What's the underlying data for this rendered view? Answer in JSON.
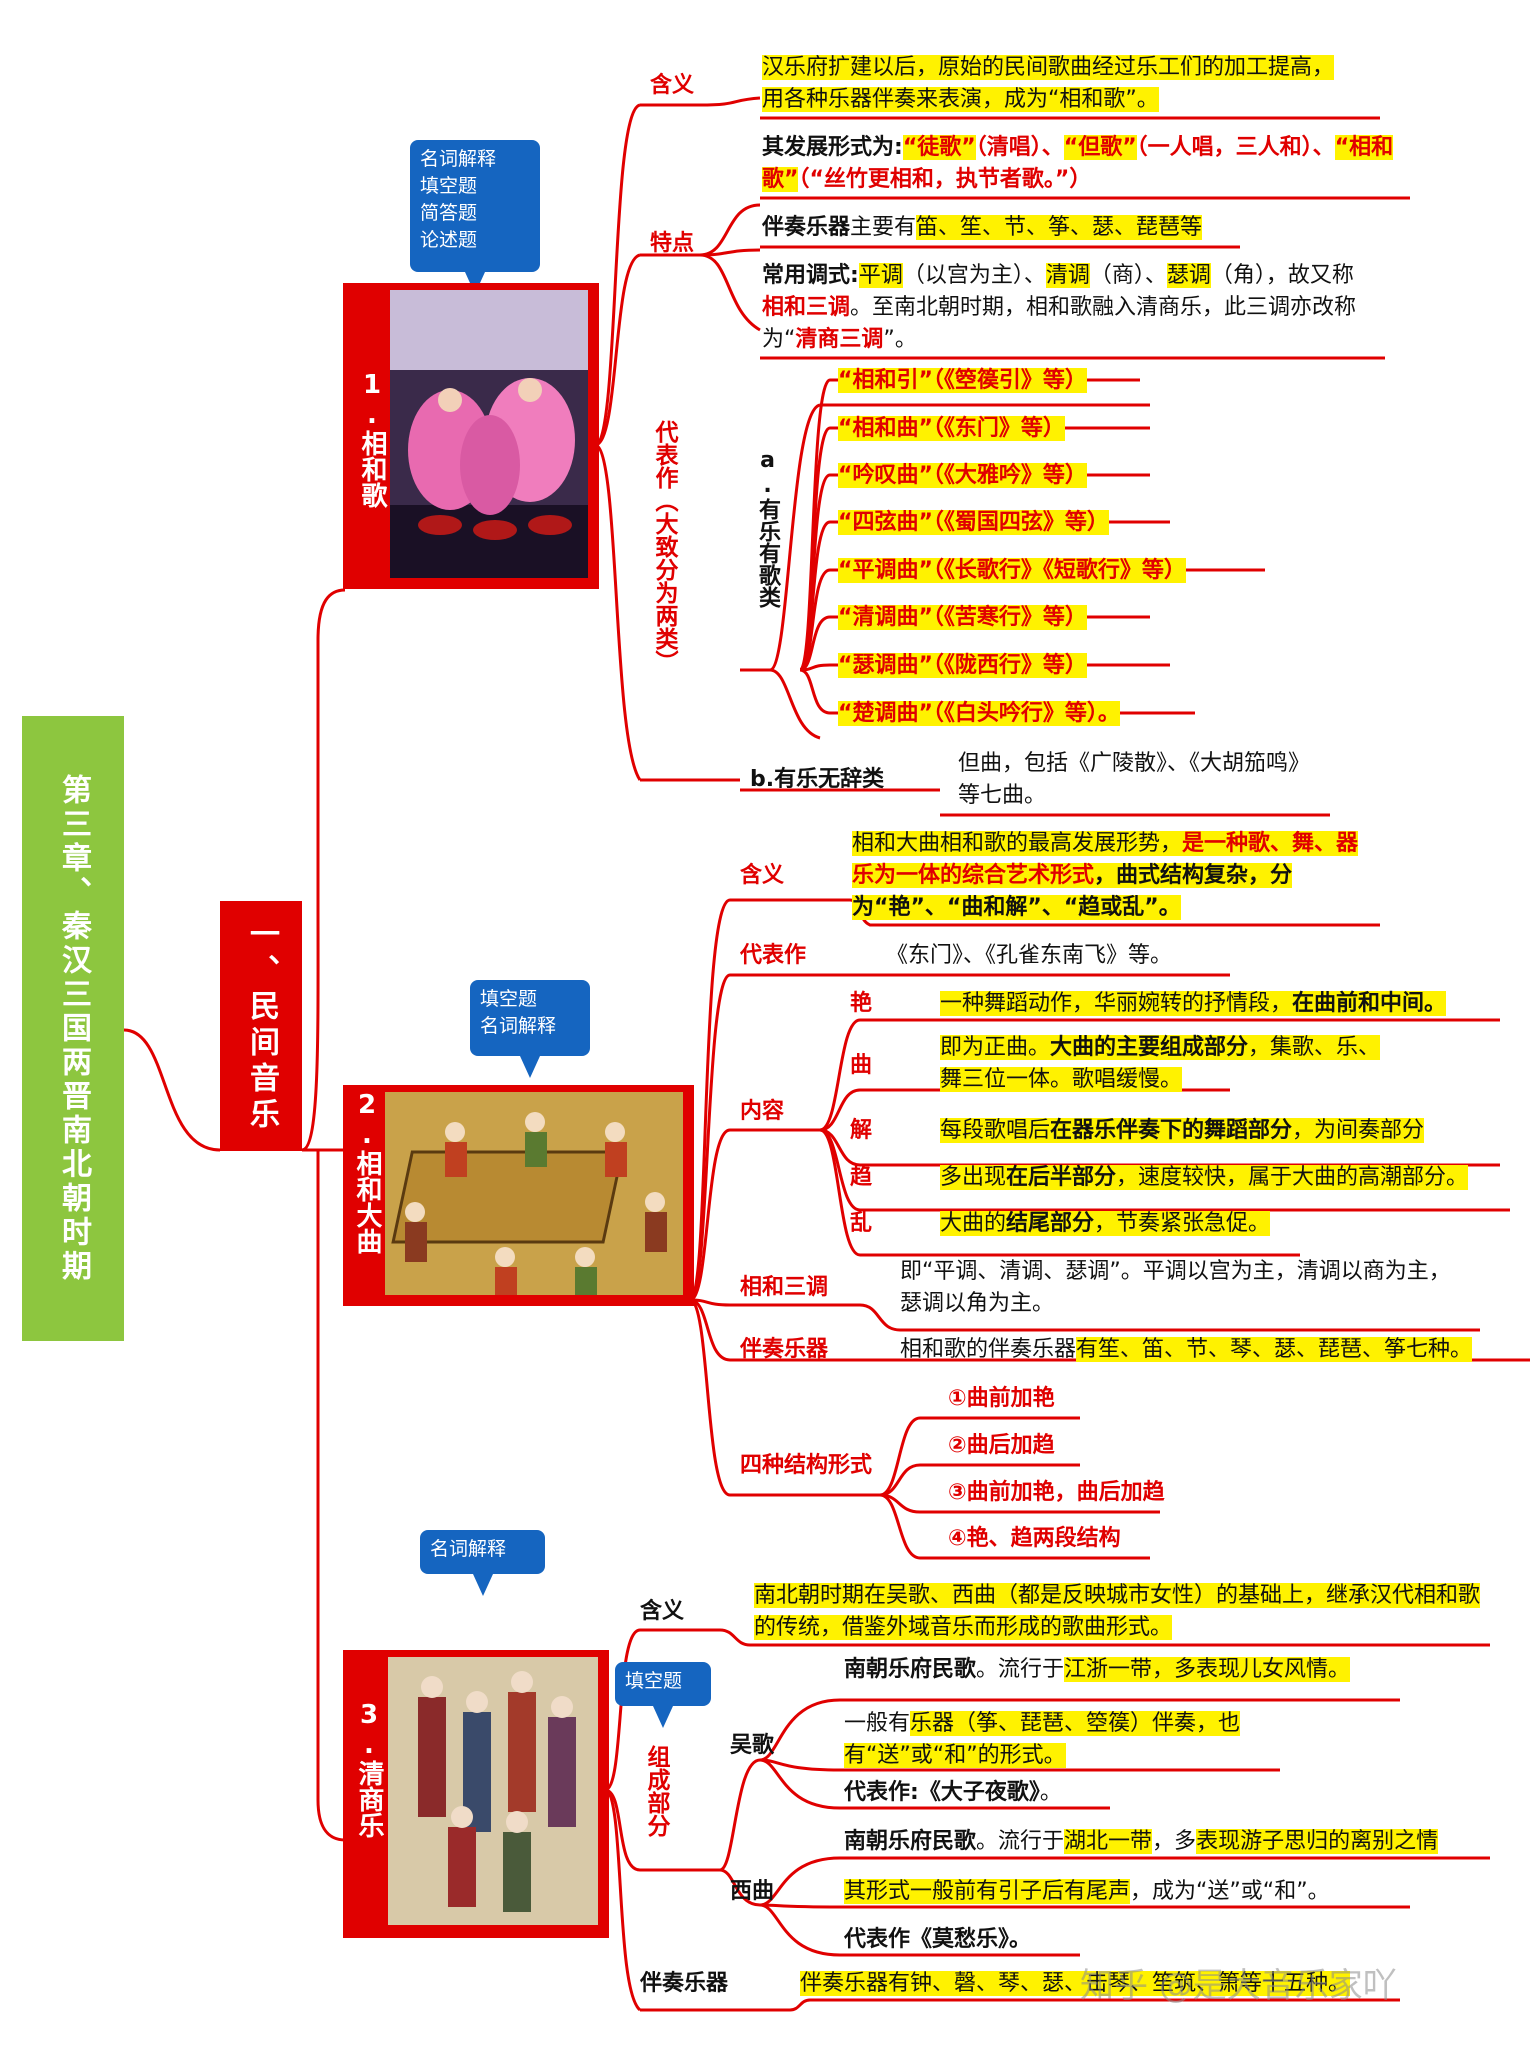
{
  "chapter_title": "第三章、秦汉三国两晋南北朝时期",
  "section_title": "一、民间音乐",
  "topics": {
    "xianghege": {
      "label": "1.相和歌",
      "callout": [
        "名词解释",
        "填空题",
        "简答题",
        "论述题"
      ],
      "hanyi_label": "含义",
      "hanyi": "汉乐府扩建以后，原始的民间歌曲经过乐工们的加工提高，用各种乐器伴奏来表演，成为“相和歌”。",
      "tedian_label": "特点",
      "fazhan": {
        "prefix": "其发展形式为:",
        "p1": "“徒歌”",
        "p2": "（清唱）、",
        "p3": "“但歌”",
        "p4": "（一人唱，三人和）、",
        "p5": "“相和歌”",
        "p6": "（“丝竹更相和，执节者歌。”）"
      },
      "banzou": {
        "label": "伴奏乐器",
        "mid": "主要有",
        "list": "笛、笙、节、筝、瑟、琵琶等"
      },
      "tiaoshi": {
        "label": "常用调式:",
        "a": "平调",
        "b": "（以宫为主）、",
        "c": "清调",
        "d": "（商）、",
        "e": "瑟调",
        "f": "（角），故又称",
        "g": "相和三调",
        "h": "。至南北朝时期，相和歌融入清商乐，此三调亦改称为“",
        "i": "清商三调",
        "j": "”。"
      },
      "daibiao_label": "代表作（大致分为两类）",
      "a_label": "a.有乐有歌类",
      "a_items": [
        "“相和引”（《箜篌引》等）",
        "“相和曲”（《东门》等）",
        "“吟叹曲”（《大雅吟》等）",
        "“四弦曲”（《蜀国四弦》等）",
        "“平调曲”（《长歌行》《短歌行》等）",
        "“清调曲”（《苦寒行》等）",
        "“瑟调曲”（《陇西行》等）",
        "“楚调曲”（《白头吟行》等）。"
      ],
      "b_label": "b.有乐无辞类",
      "b_text": "但曲，包括《广陵散》、《大胡笳鸣》等七曲。"
    },
    "daqu": {
      "label": "2.相和大曲",
      "callout": [
        "填空题",
        "名词解释"
      ],
      "hanyi_label": "含义",
      "hanyi": {
        "a": "相和大曲相和歌的最高发展形势，",
        "b": "是一种歌、舞、器乐为一体的综合艺术形式",
        "c": "，曲式结构复杂，分为“艳”、“曲和解”、“趋或乱”。"
      },
      "daibiao_label": "代表作",
      "daibiao": "《东门》、《孔雀东南飞》等。",
      "neirong_label": "内容",
      "neirong": [
        {
          "k": "艳",
          "a": "一种舞蹈动作，华丽婉转的抒情段，",
          "b": "在曲前和中间。"
        },
        {
          "k": "曲",
          "a": "即为正曲。",
          "b": "大曲的主要组成部分",
          "c": "，集歌、乐、舞三位一体。歌唱缓慢。"
        },
        {
          "k": "解",
          "a": "每段歌唱后",
          "b": "在器乐伴奏下的舞蹈部分",
          "c": "，为间奏部分"
        },
        {
          "k": "趋",
          "a": "多出现",
          "b": "在后半部分",
          "c": "，速度较快，属于大曲的高潮部分。"
        },
        {
          "k": "乱",
          "a": "大曲的",
          "b": "结尾部分",
          "c": "，节奏紧张急促。"
        }
      ],
      "sandiao_label": "相和三调",
      "sandiao": "即“平调、清调、瑟调”。平调以宫为主，清调以商为主，瑟调以角为主。",
      "banzou_label": "伴奏乐器",
      "banzou_a": "相和歌的伴奏乐器",
      "banzou_b": "有笙、笛、节、琴、瑟、琵琶、筝七种。",
      "jiegou_label": "四种结构形式",
      "jiegou": [
        "①曲前加艳",
        "②曲后加趋",
        "③曲前加艳，曲后加趋",
        "④艳、趋两段结构"
      ]
    },
    "qingshang": {
      "label": "3.清商乐",
      "callout": [
        "名词解释"
      ],
      "hanyi_label": "含义",
      "hanyi": "南北朝时期在吴歌、西曲（都是反映城市女性）的基础上，继承汉代相和歌的传统，借鉴外域音乐而形成的歌曲形式。",
      "zucheng_callout": "填空题",
      "zucheng_label": "组成部分",
      "wuge_label": "吴歌",
      "wuge": [
        {
          "a": "南朝乐府民歌",
          "b": "。流行于",
          "c": "江浙一带",
          "d": "，多表现儿女风情。"
        },
        {
          "a": "一般有",
          "b": "乐器（筝、琵琶、箜篌）伴奏",
          "c": "，也有“送”或“和”的形式。"
        },
        {
          "a": "代表作:",
          "b": "《大子夜歌》",
          "c": "。"
        }
      ],
      "xiqu_label": "西曲",
      "xiqu": [
        {
          "a": "南朝乐府民歌",
          "b": "。流行于",
          "c": "湖北一带",
          "d": "，多",
          "e": "表现游子思归的离别之情"
        },
        {
          "a": "其形式一般前有引子后有尾声",
          "b": "，成为“送”或“和”。"
        },
        {
          "a": "代表作",
          "b": "《莫愁乐》",
          "c": "。"
        }
      ],
      "banzou_label": "伴奏乐器",
      "banzou": "伴奏乐器有钟、磬、琴、瑟、击琴、笙筑、箫等十五种。"
    }
  },
  "watermark": "知乎 @是大音乐家吖",
  "colors": {
    "red": "#e00000",
    "green": "#8dc63f",
    "blue": "#1565c0",
    "yellow": "#fff200"
  }
}
